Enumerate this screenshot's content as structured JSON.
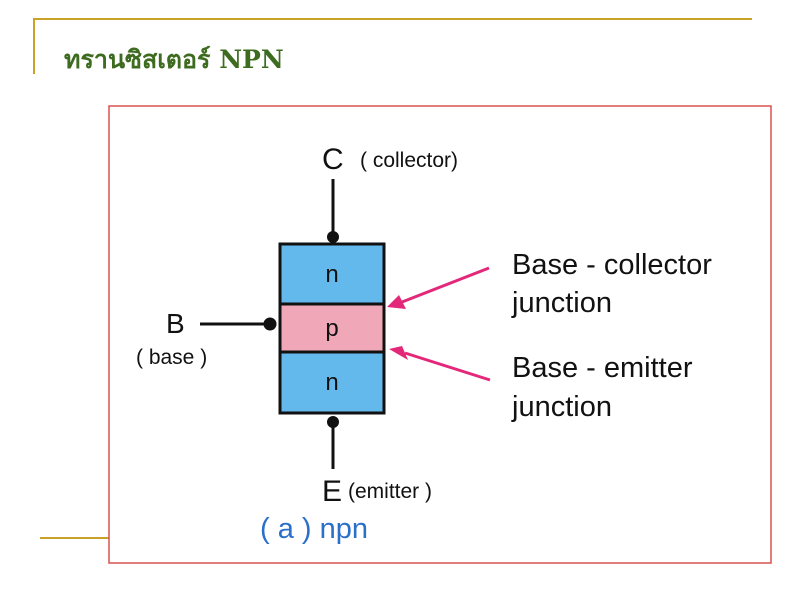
{
  "slide": {
    "title": "ทรานซิสเตอร์  NPN"
  },
  "diagram": {
    "collector_letter": "C",
    "collector_desc": "( collector)",
    "base_letter": "B",
    "base_desc": "( base )",
    "emitter_letter": "E",
    "emitter_desc": "(emitter )",
    "layer_top": "n",
    "layer_middle": "p",
    "layer_bottom": "n",
    "bc_junction_line1": "Base - collector",
    "bc_junction_line2": "junction",
    "be_junction_line1": "Base - emitter",
    "be_junction_line2": "junction",
    "caption": "( a ) npn"
  },
  "colors": {
    "n_region": "#63b8ec",
    "p_region": "#f0a8b8",
    "arrow": "#e3287a",
    "caption": "#2a6fc9",
    "frame": "#d9534f",
    "title": "#3d6b1f",
    "accent_line": "#c9a227"
  }
}
